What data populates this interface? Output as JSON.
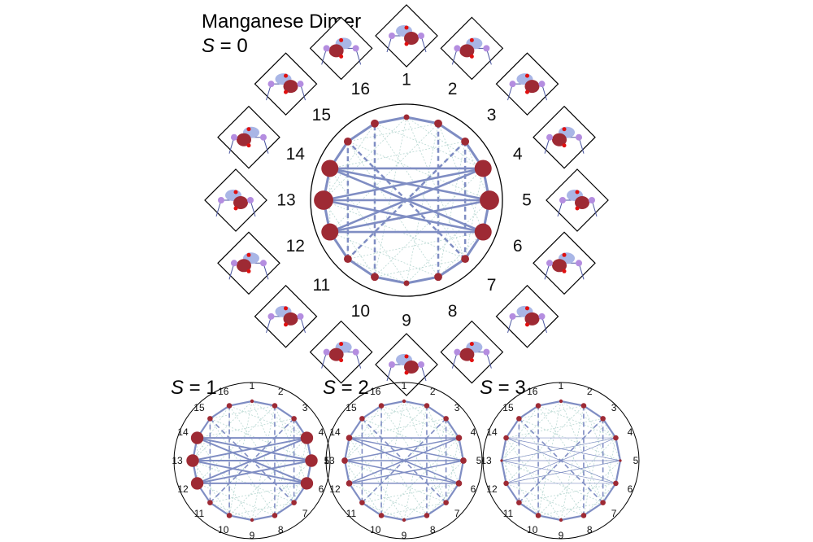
{
  "title": "Manganese Dimer",
  "colors": {
    "orbital_red": "#9e2a34",
    "orbital_blue": "#a9b6e6",
    "strong_line": "#7f8dc3",
    "weak_line": "#a8cfc8",
    "atom_mn": "#b48de0",
    "atom_o": "#e01010",
    "circle": "#000000"
  },
  "main": {
    "spin_prefix": "S",
    "spin_suffix": " = 0",
    "orbital_labels": [
      "1",
      "2",
      "3",
      "4",
      "5",
      "6",
      "7",
      "8",
      "9",
      "10",
      "11",
      "12",
      "13",
      "14",
      "15",
      "16"
    ],
    "single_orbital_entropy": [
      0.25,
      0.35,
      0.35,
      0.75,
      0.85,
      0.75,
      0.35,
      0.35,
      0.25,
      0.35,
      0.35,
      0.75,
      0.85,
      0.75,
      0.35,
      0.35
    ],
    "icon": "orbital-isosurface-icon"
  },
  "panels": [
    {
      "spin_prefix": "S",
      "spin_suffix": " = 1",
      "orbital_labels": [
        "1",
        "2",
        "3",
        "4",
        "5",
        "6",
        "7",
        "8",
        "9",
        "10",
        "11",
        "12",
        "13",
        "14",
        "15",
        "16"
      ],
      "single_orbital_entropy": [
        0.2,
        0.3,
        0.3,
        0.7,
        0.7,
        0.7,
        0.3,
        0.3,
        0.2,
        0.3,
        0.3,
        0.7,
        0.7,
        0.7,
        0.3,
        0.3
      ]
    },
    {
      "spin_prefix": "S",
      "spin_suffix": " = 2",
      "orbital_labels": [
        "1",
        "2",
        "3",
        "4",
        "5",
        "6",
        "7",
        "8",
        "9",
        "10",
        "11",
        "12",
        "13",
        "14",
        "15",
        "16"
      ],
      "single_orbital_entropy": [
        0.2,
        0.3,
        0.3,
        0.35,
        0.35,
        0.35,
        0.3,
        0.3,
        0.2,
        0.3,
        0.3,
        0.35,
        0.35,
        0.35,
        0.3,
        0.3
      ]
    },
    {
      "spin_prefix": "S",
      "spin_suffix": " = 3",
      "orbital_labels": [
        "1",
        "2",
        "3",
        "4",
        "5",
        "6",
        "7",
        "8",
        "9",
        "10",
        "11",
        "12",
        "13",
        "14",
        "15",
        "16"
      ],
      "single_orbital_entropy": [
        0.2,
        0.3,
        0.3,
        0.3,
        0.15,
        0.3,
        0.3,
        0.3,
        0.2,
        0.3,
        0.3,
        0.3,
        0.15,
        0.3,
        0.3,
        0.3
      ]
    }
  ]
}
